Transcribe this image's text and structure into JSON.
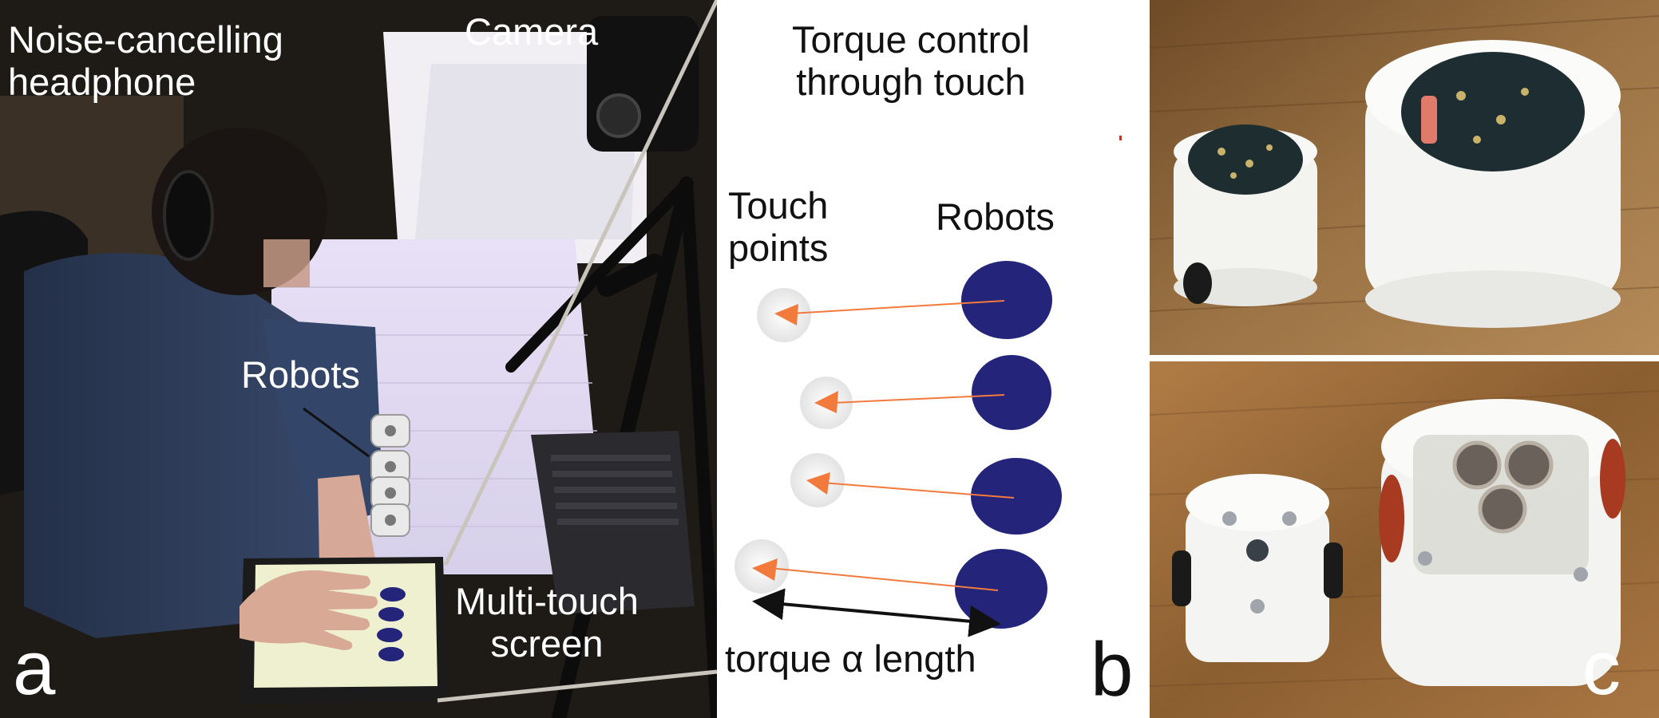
{
  "panel_a": {
    "labels": {
      "headphone": "Noise-cancelling\nheadphone",
      "camera": "Camera",
      "robots": "Robots",
      "screen": "Multi-touch\nscreen"
    },
    "panel_letter": "a"
  },
  "panel_b": {
    "title": "Torque control\nthrough touch",
    "touch_points_label": "Touch\npoints",
    "robots_label": "Robots",
    "torque_label": "torque α length",
    "panel_letter": "b",
    "colors": {
      "robot": "#23247a",
      "arrow": "#f27a3c",
      "touch": "#eeeeee"
    }
  },
  "panel_c": {
    "panel_letter": "c"
  }
}
